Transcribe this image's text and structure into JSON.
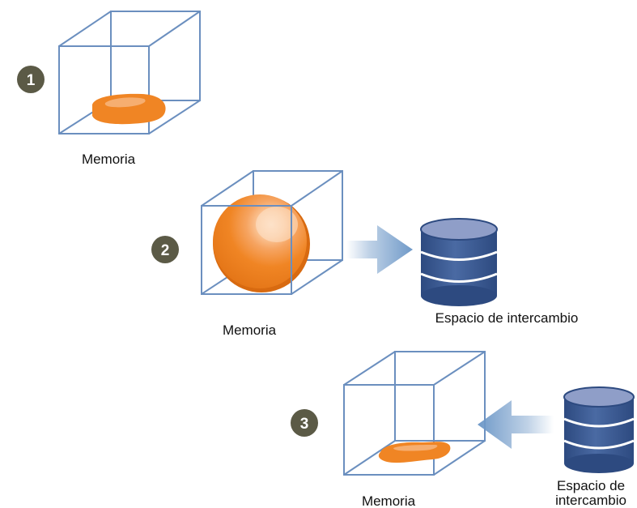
{
  "colors": {
    "cube_edge": "#6b8fbf",
    "blob_orange": "#f08524",
    "blob_highlight": "#f7b57e",
    "step_badge": "#5b5a46",
    "disk_blue": "#3d5c94",
    "disk_top": "#8f9ec8",
    "arrow_blue": "#6f99c8"
  },
  "steps": [
    {
      "number": "1",
      "memory_label": "Memoria"
    },
    {
      "number": "2",
      "memory_label": "Memoria",
      "swap_label": "Espacio de intercambio"
    },
    {
      "number": "3",
      "memory_label": "Memoria",
      "swap_label_line1": "Espacio de",
      "swap_label_line2": "intercambio"
    }
  ]
}
